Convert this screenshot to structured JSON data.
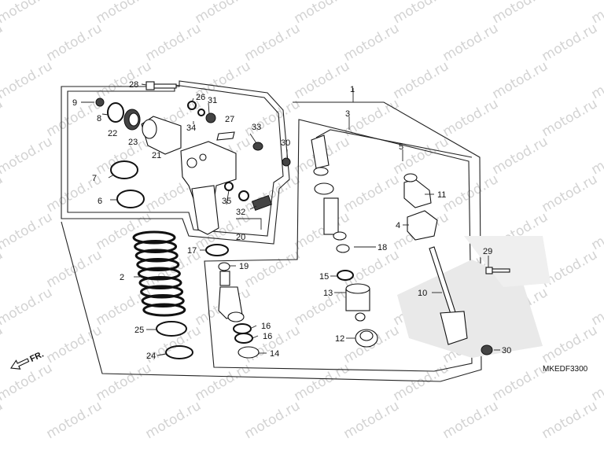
{
  "diagram_code": "MKEDF3300",
  "direction_label": "FR.",
  "watermark_text": "motod.ru",
  "part_numbers": [
    "1",
    "2",
    "3",
    "4",
    "5",
    "6",
    "7",
    "8",
    "9",
    "10",
    "11",
    "12",
    "13",
    "14",
    "15",
    "16",
    "16",
    "17",
    "18",
    "19",
    "20",
    "21",
    "22",
    "23",
    "24",
    "25",
    "26",
    "27",
    "28",
    "29",
    "30",
    "30",
    "31",
    "32",
    "33",
    "34",
    "35"
  ],
  "colors": {
    "line": "#111111",
    "watermark": "#d3d3d3",
    "background": "#ffffff"
  }
}
